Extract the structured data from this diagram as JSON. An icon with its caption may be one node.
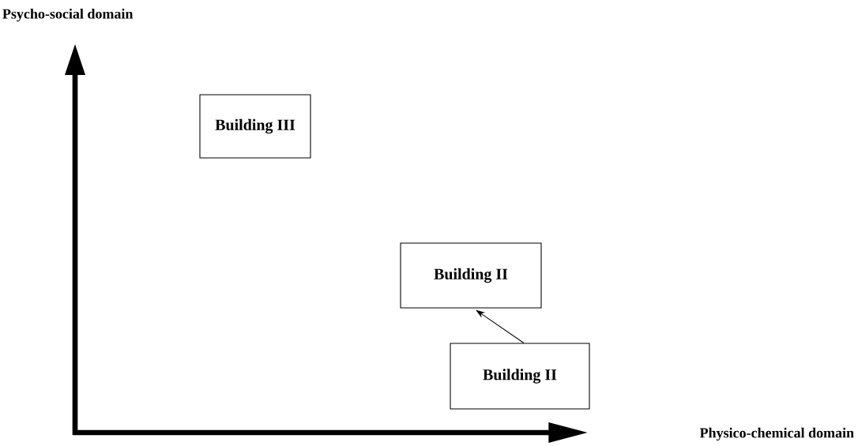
{
  "diagram": {
    "nodes": [
      {
        "text": [
          "Building III"
        ]
      },
      {
        "text": [
          "Building II"
        ]
      },
      {
        "text": [
          "Building II"
        ]
      }
    ],
    "edges": [
      {
        "from": 2,
        "to": 1,
        "arrow": "to"
      }
    ],
    "labels": [
      "Psycho-social domain",
      "Physico-chemical domain"
    ]
  }
}
